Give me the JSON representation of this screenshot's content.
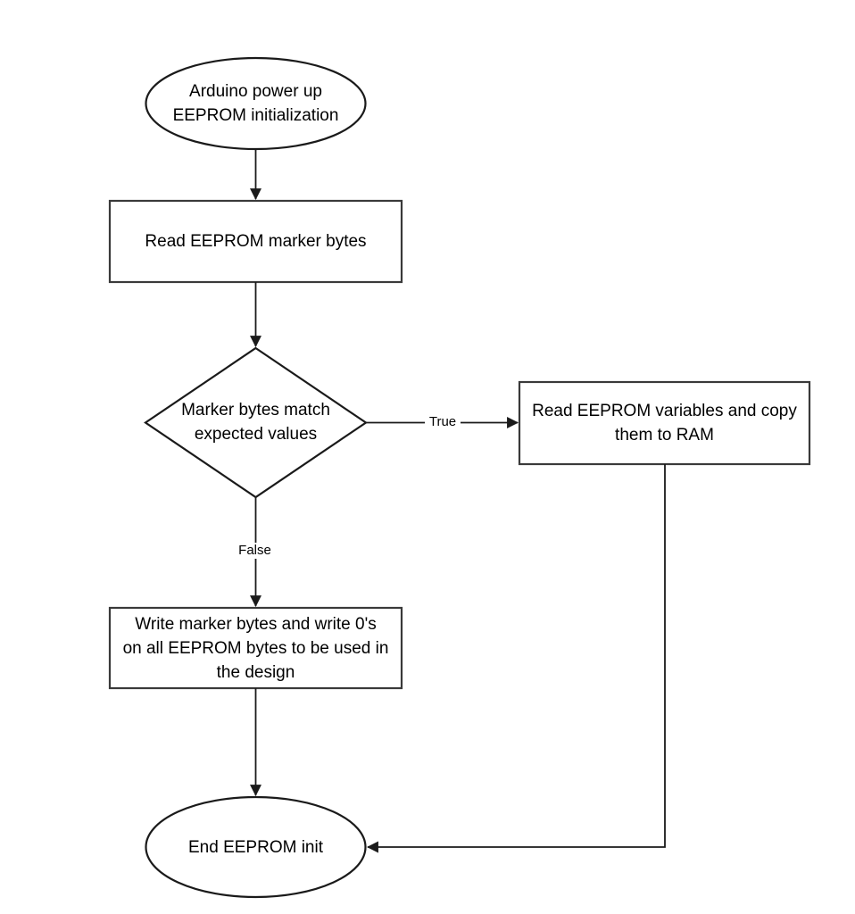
{
  "diagram": {
    "title": "Arduino EEPROM initialization flowchart",
    "type": "flowchart",
    "background_color": "#ffffff",
    "stroke_color": "#3a3a3a",
    "text_color": "#000000",
    "nodes": [
      {
        "id": "start",
        "shape": "ellipse",
        "label": "Arduino power up\nEEPROM initialization"
      },
      {
        "id": "read-marker",
        "shape": "rectangle",
        "label": "Read EEPROM marker bytes"
      },
      {
        "id": "decision-marker",
        "shape": "diamond",
        "label": "Marker bytes match\nexpected values"
      },
      {
        "id": "read-variables",
        "shape": "rectangle",
        "label": "Read EEPROM variables and copy\nthem to RAM"
      },
      {
        "id": "write-marker",
        "shape": "rectangle",
        "label": "Write marker bytes and write 0's\non all EEPROM bytes to be used in\nthe design"
      },
      {
        "id": "end",
        "shape": "ellipse",
        "label": "End EEPROM init"
      }
    ],
    "edges": [
      {
        "id": "start-to-read",
        "from": "start",
        "to": "read-marker",
        "label": ""
      },
      {
        "id": "read-to-decision",
        "from": "read-marker",
        "to": "decision-marker",
        "label": ""
      },
      {
        "id": "decision-true",
        "from": "decision-marker",
        "to": "read-variables",
        "label": "True"
      },
      {
        "id": "decision-false",
        "from": "decision-marker",
        "to": "write-marker",
        "label": "False"
      },
      {
        "id": "write-to-end",
        "from": "write-marker",
        "to": "end",
        "label": ""
      },
      {
        "id": "variables-to-end",
        "from": "read-variables",
        "to": "end",
        "label": ""
      }
    ]
  }
}
